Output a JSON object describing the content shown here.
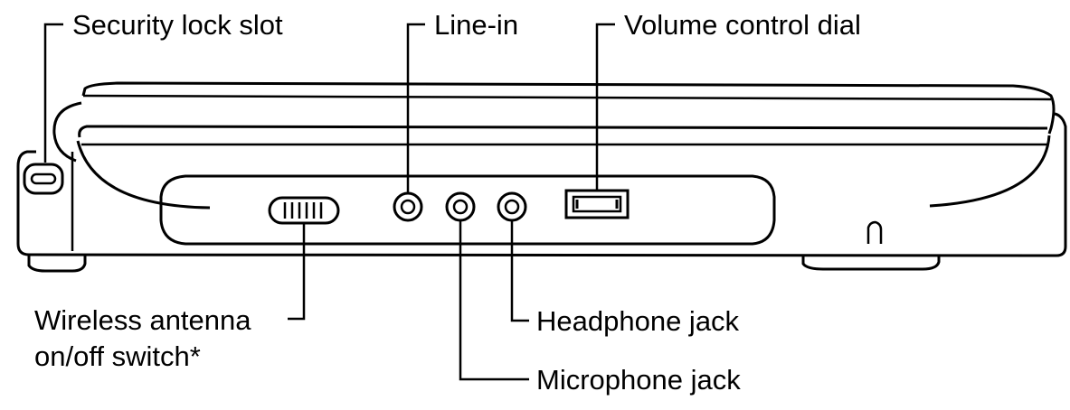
{
  "labels": {
    "security_lock_slot": "Security lock slot",
    "line_in": "Line-in",
    "volume_control_dial": "Volume control dial",
    "wireless_switch_line1": "Wireless antenna",
    "wireless_switch_line2": "on/off switch*",
    "headphone_jack": "Headphone jack",
    "microphone_jack": "Microphone jack"
  }
}
